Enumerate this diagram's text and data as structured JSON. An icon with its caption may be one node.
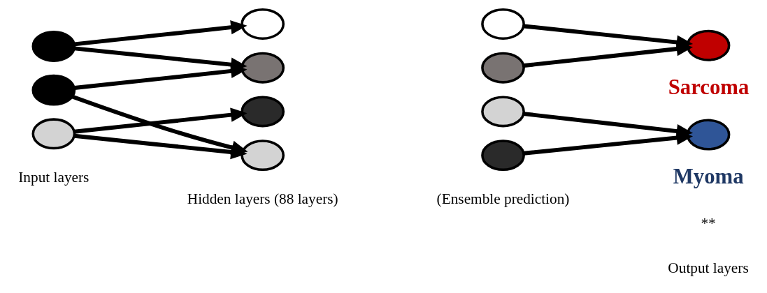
{
  "diagram": {
    "nodes": [
      {
        "text": [],
        "shape": "circle"
      },
      {
        "text": [],
        "shape": "circle"
      },
      {
        "text": [],
        "shape": "circle"
      },
      {
        "text": [],
        "shape": "circle"
      },
      {
        "text": [],
        "shape": "circle"
      },
      {
        "text": [],
        "shape": "circle"
      },
      {
        "text": [],
        "shape": "circle"
      },
      {
        "text": [],
        "shape": "circle"
      },
      {
        "text": [],
        "shape": "circle"
      },
      {
        "text": [],
        "shape": "circle"
      },
      {
        "text": [],
        "shape": "circle"
      },
      {
        "text": [],
        "shape": "circle",
        "beside": [
          "Sarcoma"
        ]
      },
      {
        "text": [],
        "shape": "circle",
        "beside": [
          "Myoma"
        ]
      }
    ],
    "edges": [
      {
        "from": 0,
        "to": 3,
        "arrow": "to"
      },
      {
        "from": 0,
        "to": 4,
        "arrow": "to"
      },
      {
        "from": 1,
        "to": 4,
        "arrow": "to"
      },
      {
        "from": 1,
        "to": 6,
        "arrow": "to"
      },
      {
        "from": 2,
        "to": 5,
        "arrow": "to"
      },
      {
        "from": 2,
        "to": 6,
        "arrow": "to"
      },
      {
        "from": 7,
        "to": 11,
        "arrow": "to"
      },
      {
        "from": 8,
        "to": 11,
        "arrow": "to"
      },
      {
        "from": 9,
        "to": 12,
        "arrow": "to"
      },
      {
        "from": 10,
        "to": 12,
        "arrow": "to"
      }
    ],
    "labels": [
      "Input layers",
      "Hidden layers (88 layers)",
      "(Ensemble prediction)",
      "**",
      "Output layers"
    ]
  }
}
